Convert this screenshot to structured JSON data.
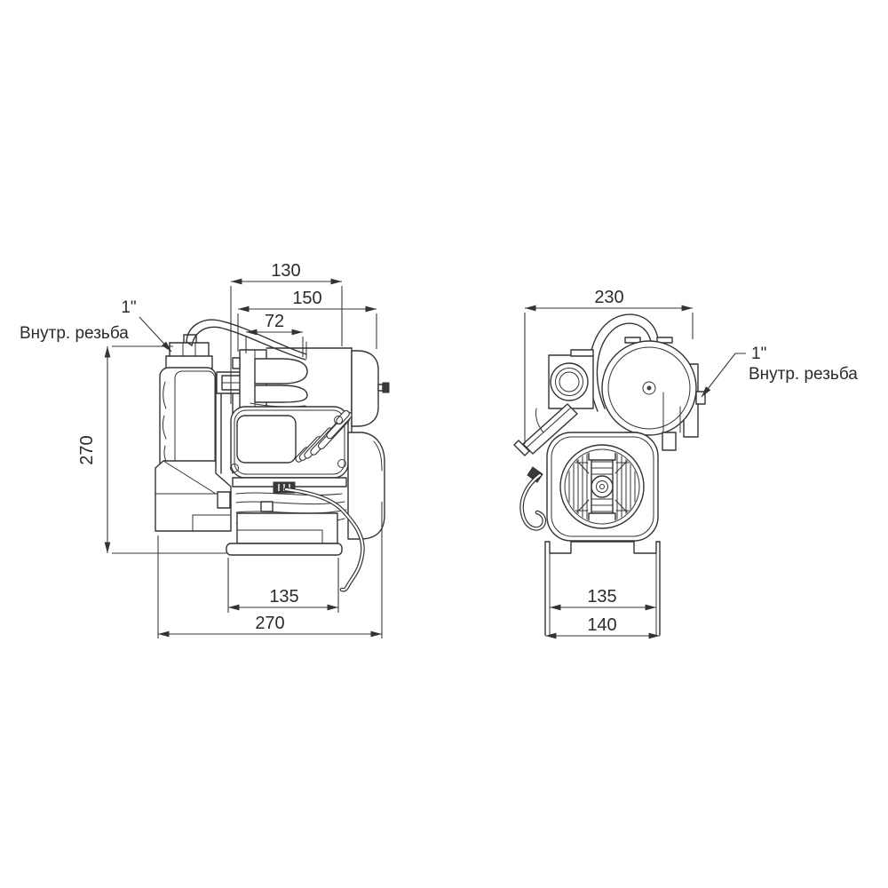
{
  "page": {
    "background": "#ffffff",
    "line_color": "#333333",
    "text_color": "#2b2b2b"
  },
  "side_view": {
    "dim_depth_top": "130",
    "dim_depth_tank": "150",
    "dim_ejector": "72",
    "dim_height": "270",
    "dim_base_feet": "135",
    "dim_length_total": "270",
    "port_size": "1\"",
    "port_label": "Внутр. резьба"
  },
  "front_view": {
    "dim_width_total": "230",
    "dim_base_feet": "135",
    "dim_base_width": "140",
    "port_size": "1\"",
    "port_label": "Внутр. резьба"
  }
}
